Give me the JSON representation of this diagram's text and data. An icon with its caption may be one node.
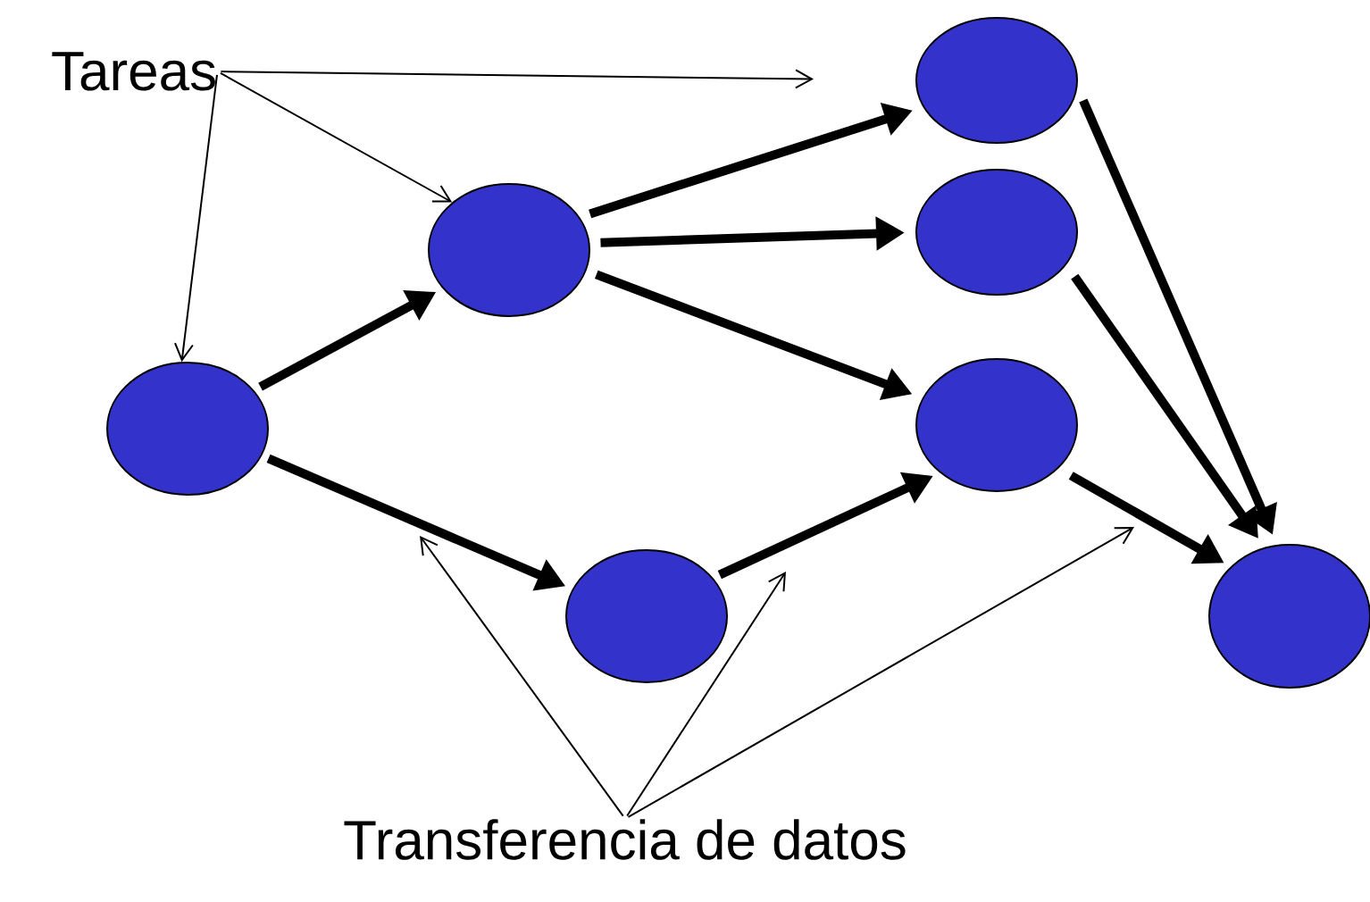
{
  "diagram": {
    "nodes": [
      {
        "text": [
          "Tareas"
        ]
      },
      {
        "text": [],
        "shape": "circle"
      },
      {
        "text": [],
        "shape": "circle"
      },
      {
        "text": [],
        "shape": "circle"
      },
      {
        "text": [],
        "shape": "circle"
      },
      {
        "text": [],
        "shape": "circle"
      },
      {
        "text": [],
        "shape": "circle"
      },
      {
        "text": [],
        "shape": "circle"
      },
      {
        "text": [
          "Transferencia de datos"
        ]
      }
    ],
    "edges": [
      {
        "from": 1,
        "to": 2,
        "arrow": "to"
      },
      {
        "from": 1,
        "to": 3,
        "arrow": "to"
      },
      {
        "from": 2,
        "to": 4,
        "arrow": "to"
      },
      {
        "from": 2,
        "to": 5,
        "arrow": "to"
      },
      {
        "from": 2,
        "to": 6,
        "arrow": "to"
      },
      {
        "from": 3,
        "to": 6,
        "arrow": "to"
      },
      {
        "from": 4,
        "to": 7,
        "arrow": "to"
      },
      {
        "from": 5,
        "to": 7,
        "arrow": "to"
      },
      {
        "from": 6,
        "to": 7,
        "arrow": "to"
      },
      {
        "from": 0,
        "to": 4,
        "arrow": "to"
      },
      {
        "from": 0,
        "to": 2,
        "arrow": "to"
      },
      {
        "from": 0,
        "to": 1,
        "arrow": "to"
      },
      {
        "from": 8,
        "to": null,
        "arrow": "to"
      },
      {
        "from": 8,
        "to": null,
        "arrow": "to"
      },
      {
        "from": 8,
        "to": null,
        "arrow": "to"
      }
    ]
  }
}
